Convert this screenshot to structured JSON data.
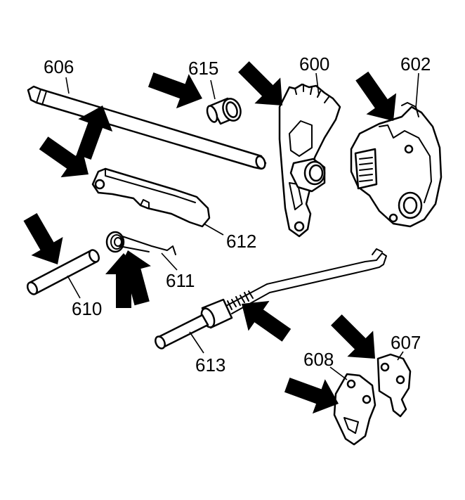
{
  "diagram": {
    "part_labels": {
      "p606": "606",
      "p615": "615",
      "p600": "600",
      "p602": "602",
      "p612": "612",
      "p611": "611",
      "p610": "610",
      "p613": "613",
      "p607": "607",
      "p608": "608"
    },
    "colors": {
      "ink": "#000000",
      "background": "#ffffff"
    },
    "arrow_icon": "black-block-arrow"
  }
}
